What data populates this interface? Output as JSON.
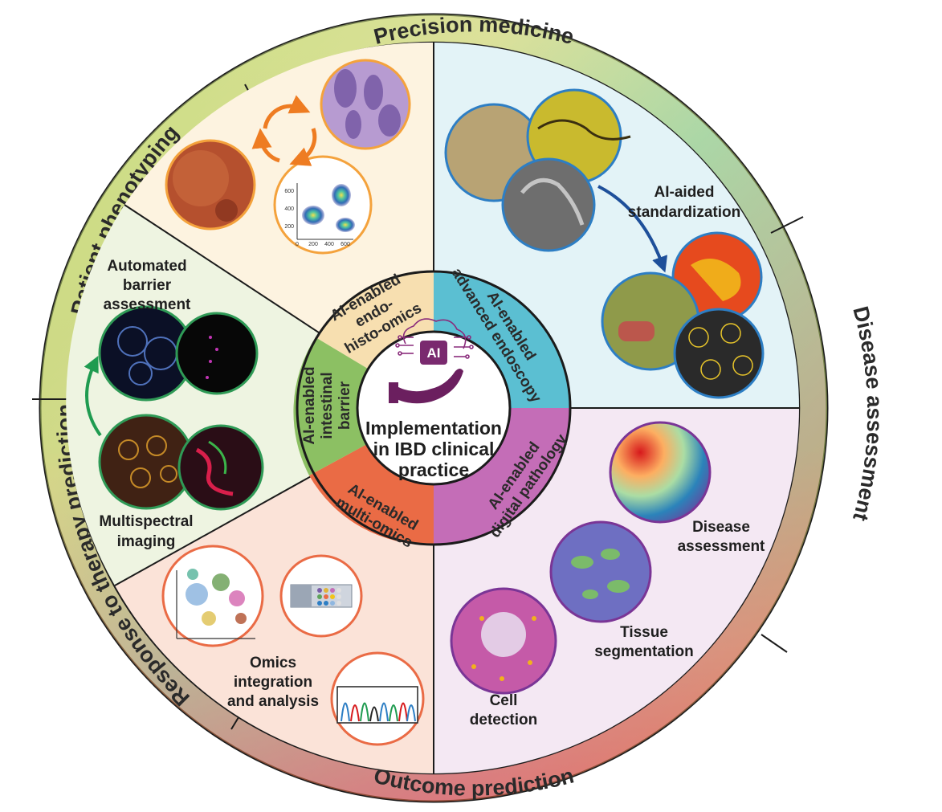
{
  "outer_ring": {
    "top": "Precision medicine",
    "left_upper": "Patient phenotyping",
    "right": "Disease assessment",
    "left_lower": "Response to therapy prediction",
    "bottom": "Outcome prediction"
  },
  "inner_ring": {
    "endo_histo": [
      "AI-enabled",
      "endo-",
      "histo-omics"
    ],
    "endoscopy": [
      "AI-enabled",
      "advanced endoscopy"
    ],
    "pathology": [
      "AI-enabled",
      "digital pathology"
    ],
    "multi_omics": [
      "AI-enabled",
      "multi-omics"
    ],
    "barrier": [
      "AI-enabled",
      "intestinal",
      "barrier"
    ]
  },
  "center": {
    "badge": "AI",
    "lines": [
      "Implementation",
      "in IBD clinical",
      "practice"
    ]
  },
  "labels": {
    "automated_barrier": [
      "Automated",
      "barrier",
      "assessment"
    ],
    "multispectral": [
      "Multispectral",
      "imaging"
    ],
    "standardization": [
      "AI-aided",
      "standardization"
    ],
    "disease_assessment": [
      "Disease",
      "assessment"
    ],
    "tissue_segmentation": [
      "Tissue",
      "segmentation"
    ],
    "cell_detection": [
      "Cell",
      "detection"
    ],
    "omics": [
      "Omics",
      "integration",
      "and analysis"
    ]
  },
  "scatter_axis": {
    "x_ticks": [
      "0",
      "200",
      "400",
      "600"
    ],
    "y_ticks": [
      "200",
      "400",
      "600"
    ]
  },
  "colors": {
    "endo_histo": "#f7dfb0",
    "endoscopy": "#5bbfd2",
    "pathology": "#c46db7",
    "multi_omics": "#ea6b45",
    "barrier": "#8cc063",
    "arrow_orange": "#ee7c22",
    "arrow_blue": "#1e4f9a",
    "arrow_green": "#1f9b50"
  }
}
